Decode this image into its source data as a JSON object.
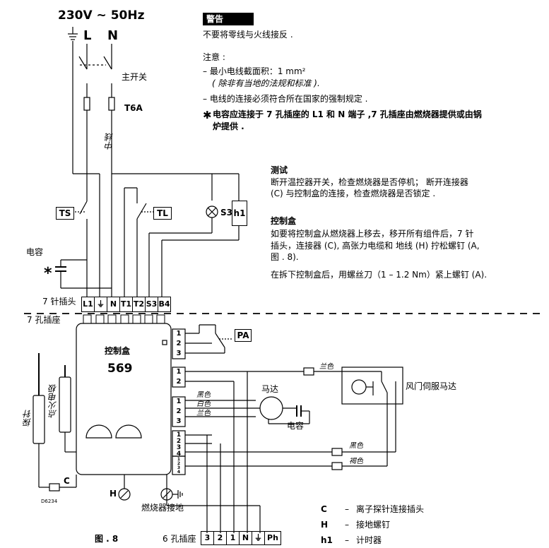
{
  "supply": {
    "voltage": "230V  ~  50Hz",
    "earth_symbol": "⏚",
    "L": "L",
    "N": "N"
  },
  "labels": {
    "main_switch": "主开关",
    "fuse": "T6A",
    "neutral": "中线",
    "TS": "TS",
    "TL": "TL",
    "S3": "S3",
    "h1": "h1",
    "capacitor_left": "电容",
    "asterisk": "*",
    "plug7": "7 针插头",
    "socket7": "7 孔插座",
    "control_box": "控制盒",
    "control_model": "569",
    "probe": "探针",
    "igniter": "点火电极",
    "C": "C",
    "H": "H",
    "burner_ground": "燃烧器接地",
    "code": "D6234",
    "fig": "图 . 8",
    "socket6": "6 孔插座",
    "PA": "PA",
    "motor": "马达",
    "capacitor": "电容",
    "black1": "黑色",
    "white": "白色",
    "blue1": "兰色",
    "blue_top": "兰色",
    "black2": "黑色",
    "brown": "褐色",
    "servo": "风门伺服马达"
  },
  "plug7_terminals": [
    "L1",
    "⏚",
    "N",
    "T1",
    "T2",
    "S3",
    "B4"
  ],
  "socket6_terminals": [
    "3",
    "2",
    "1",
    "N",
    "⏚",
    "Ph"
  ],
  "block_numbers": {
    "pa": [
      "1",
      "2",
      "3"
    ],
    "valve1": [
      "1",
      "2"
    ],
    "motor": [
      "1",
      "2",
      "3"
    ],
    "valve2a": [
      "1",
      "2",
      "3",
      "4"
    ],
    "valve2b": [
      "1",
      "2",
      "3",
      "4"
    ]
  },
  "warning": {
    "title": "警告",
    "text": "不要将零线与火线接反 ."
  },
  "notes": {
    "title": "注意 :",
    "item1a": "–  最小电线截面积：1 mm²",
    "item1b": "( 除非有当地的法规和标准 ).",
    "item2": "–  电线的连接必须符合所在国家的强制规定 .",
    "star": "✱",
    "item3a": "电容应连接于 7 孔插座的 L1 和 N 端子 ,7 孔插座由燃烧器提供或由锅",
    "item3b": "炉提供 ."
  },
  "test": {
    "title": "测试",
    "line1": "断开温控器开关，检查燃烧器是否停机；  断开连接器",
    "line2": "(C) 与控制盒的连接，检查燃烧器是否锁定 ."
  },
  "control": {
    "title": "控制盒",
    "line1": "如要将控制盒从燃烧器上移去，移开所有组件后，7 针",
    "line2": "插头，连接器 (C), 高张力电缆和 地线 (H) 拧松螺钉 (A,",
    "line3": "图 . 8).",
    "line4": "在拆下控制盒后，用螺丝刀（1 – 1.2 Nm）紧上螺钉 (A)."
  },
  "legend": [
    {
      "key": "C",
      "dash": "–",
      "text": "离子探针连接插头"
    },
    {
      "key": "H",
      "dash": "–",
      "text": "接地螺钉"
    },
    {
      "key": "h1",
      "dash": "–",
      "text": "计时器"
    }
  ]
}
